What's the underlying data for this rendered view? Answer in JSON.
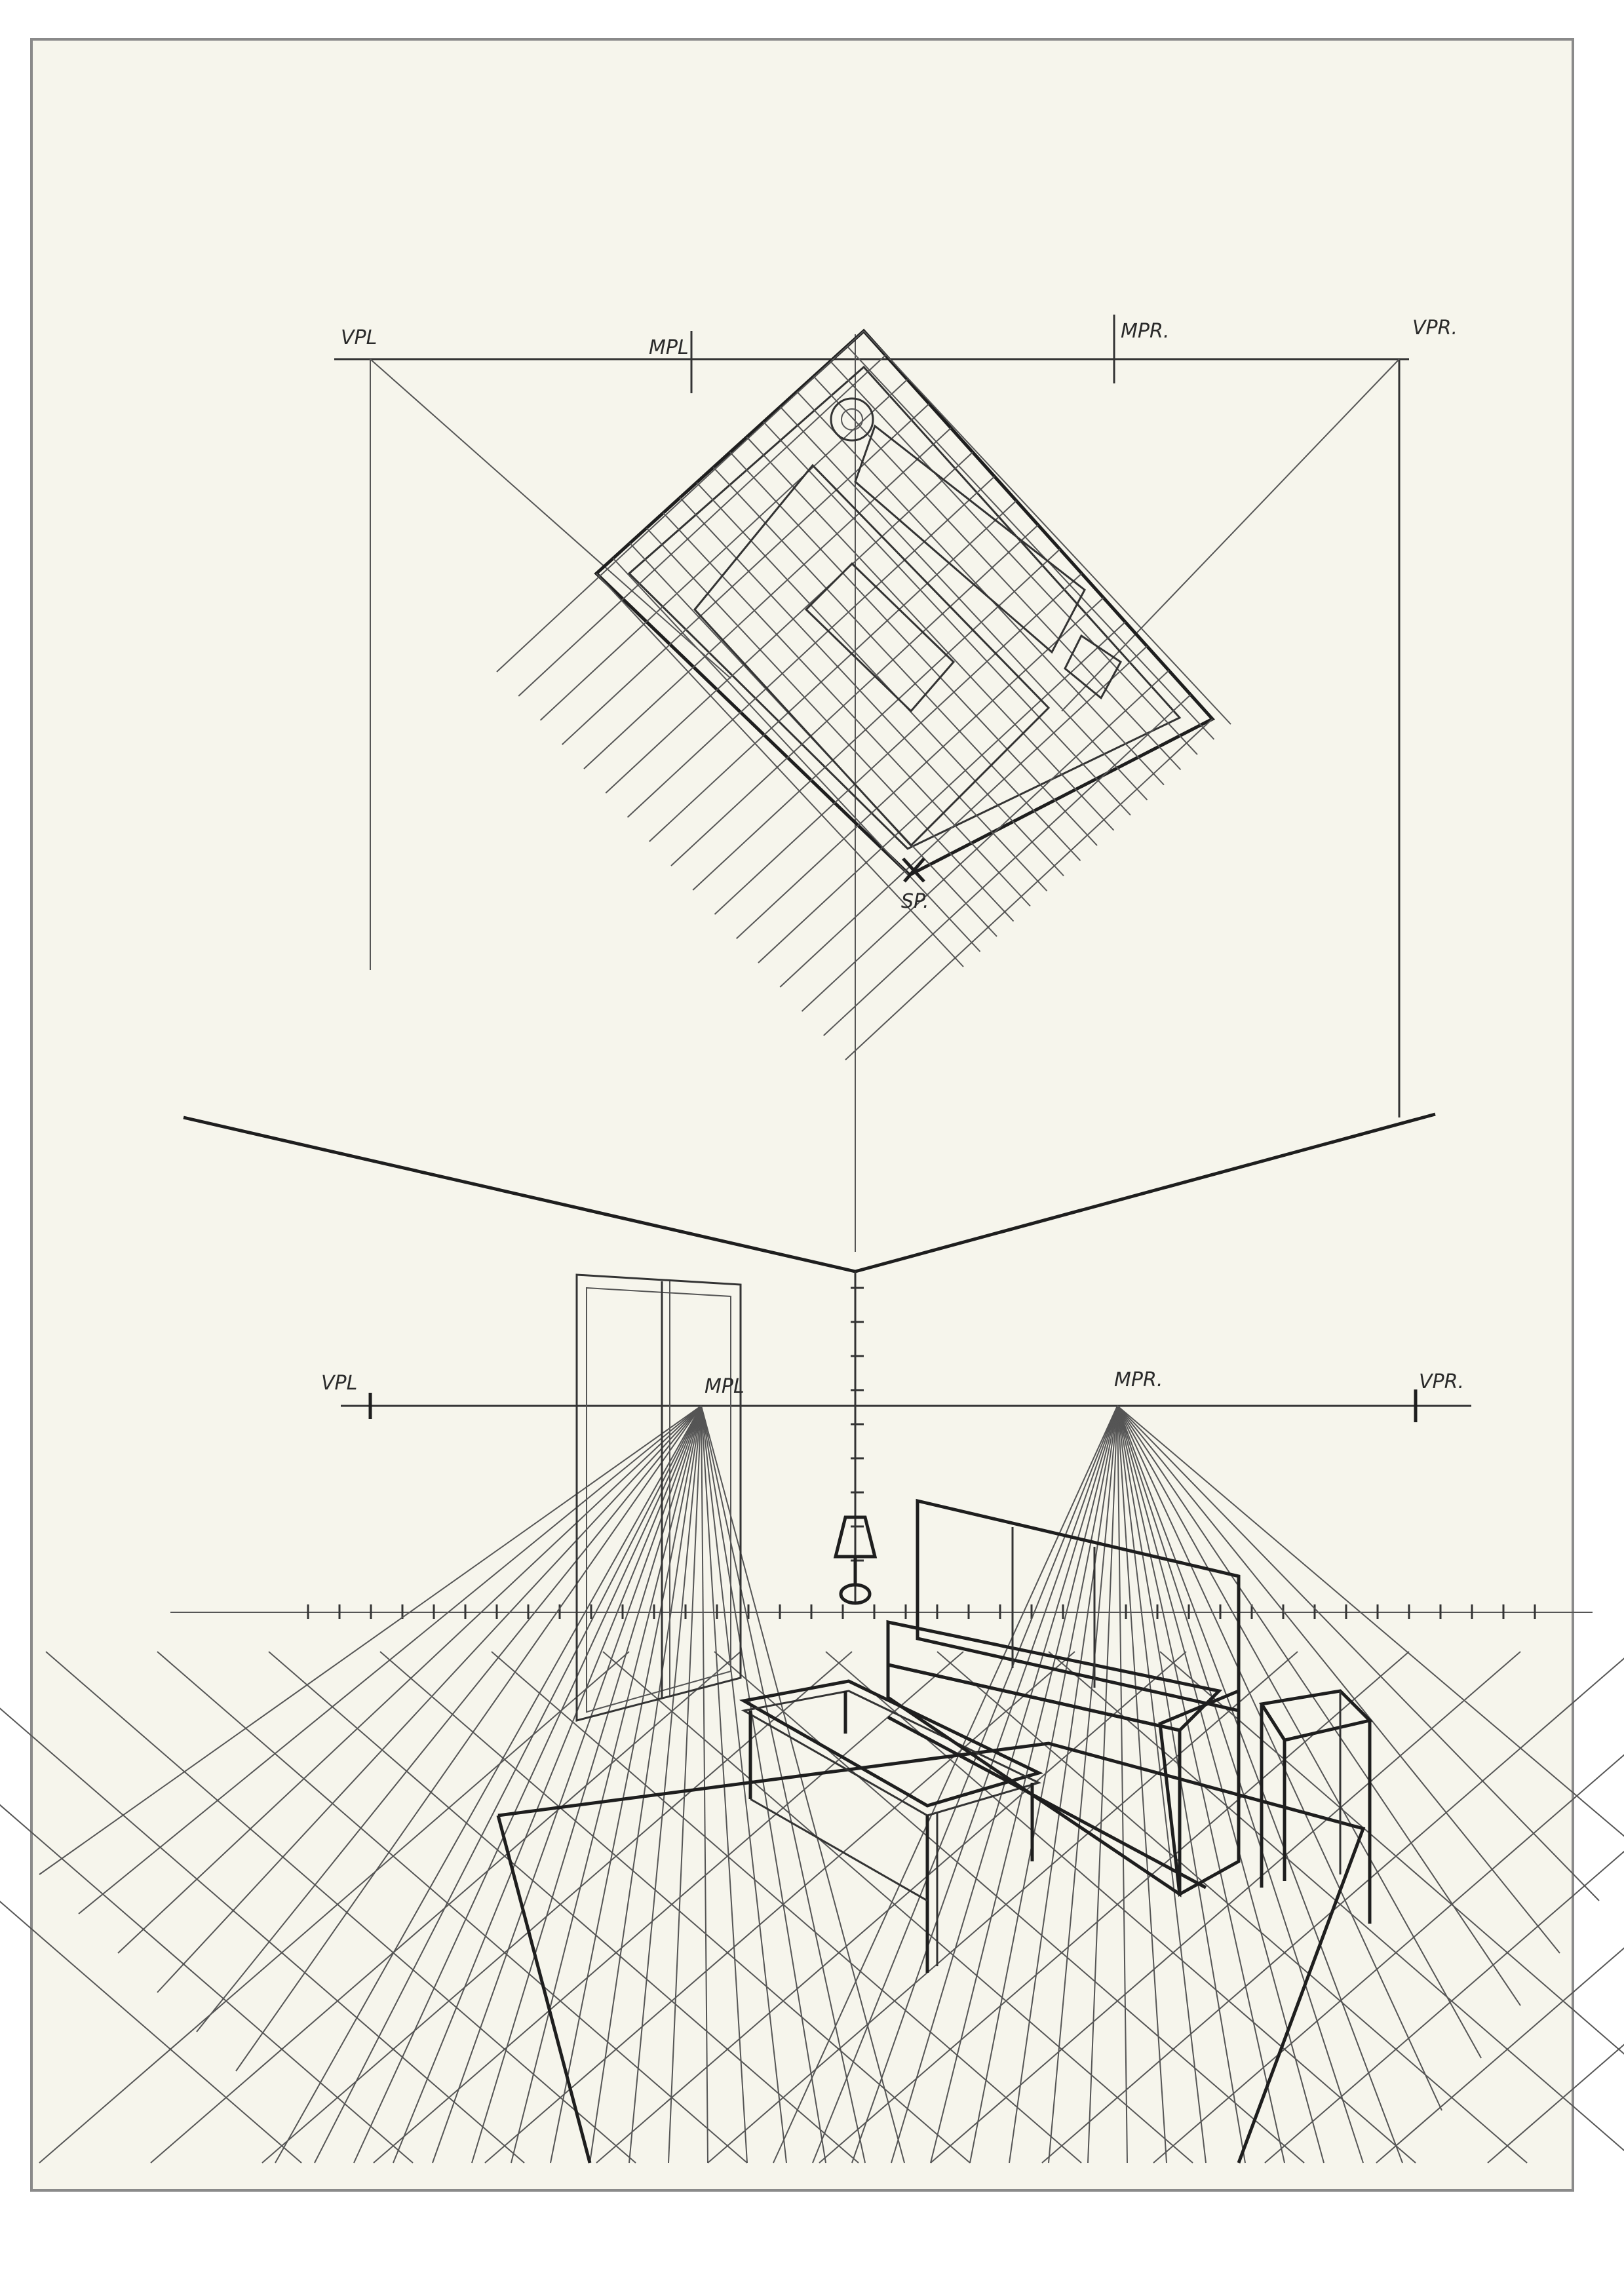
{
  "plan_labels": {
    "vpl": "VPL",
    "mpl": "MPL",
    "mpr": "MPR.",
    "vpr": "VPR.",
    "sp": "SP."
  },
  "perspective_labels": {
    "vpl": "VPL",
    "mpl": "MPL",
    "mpr": "MPR.",
    "vpr": "VPR."
  },
  "colors": {
    "paper": "#f6f5ec",
    "pencil": "#2a2a2a",
    "frame": "#8a8a8a"
  }
}
